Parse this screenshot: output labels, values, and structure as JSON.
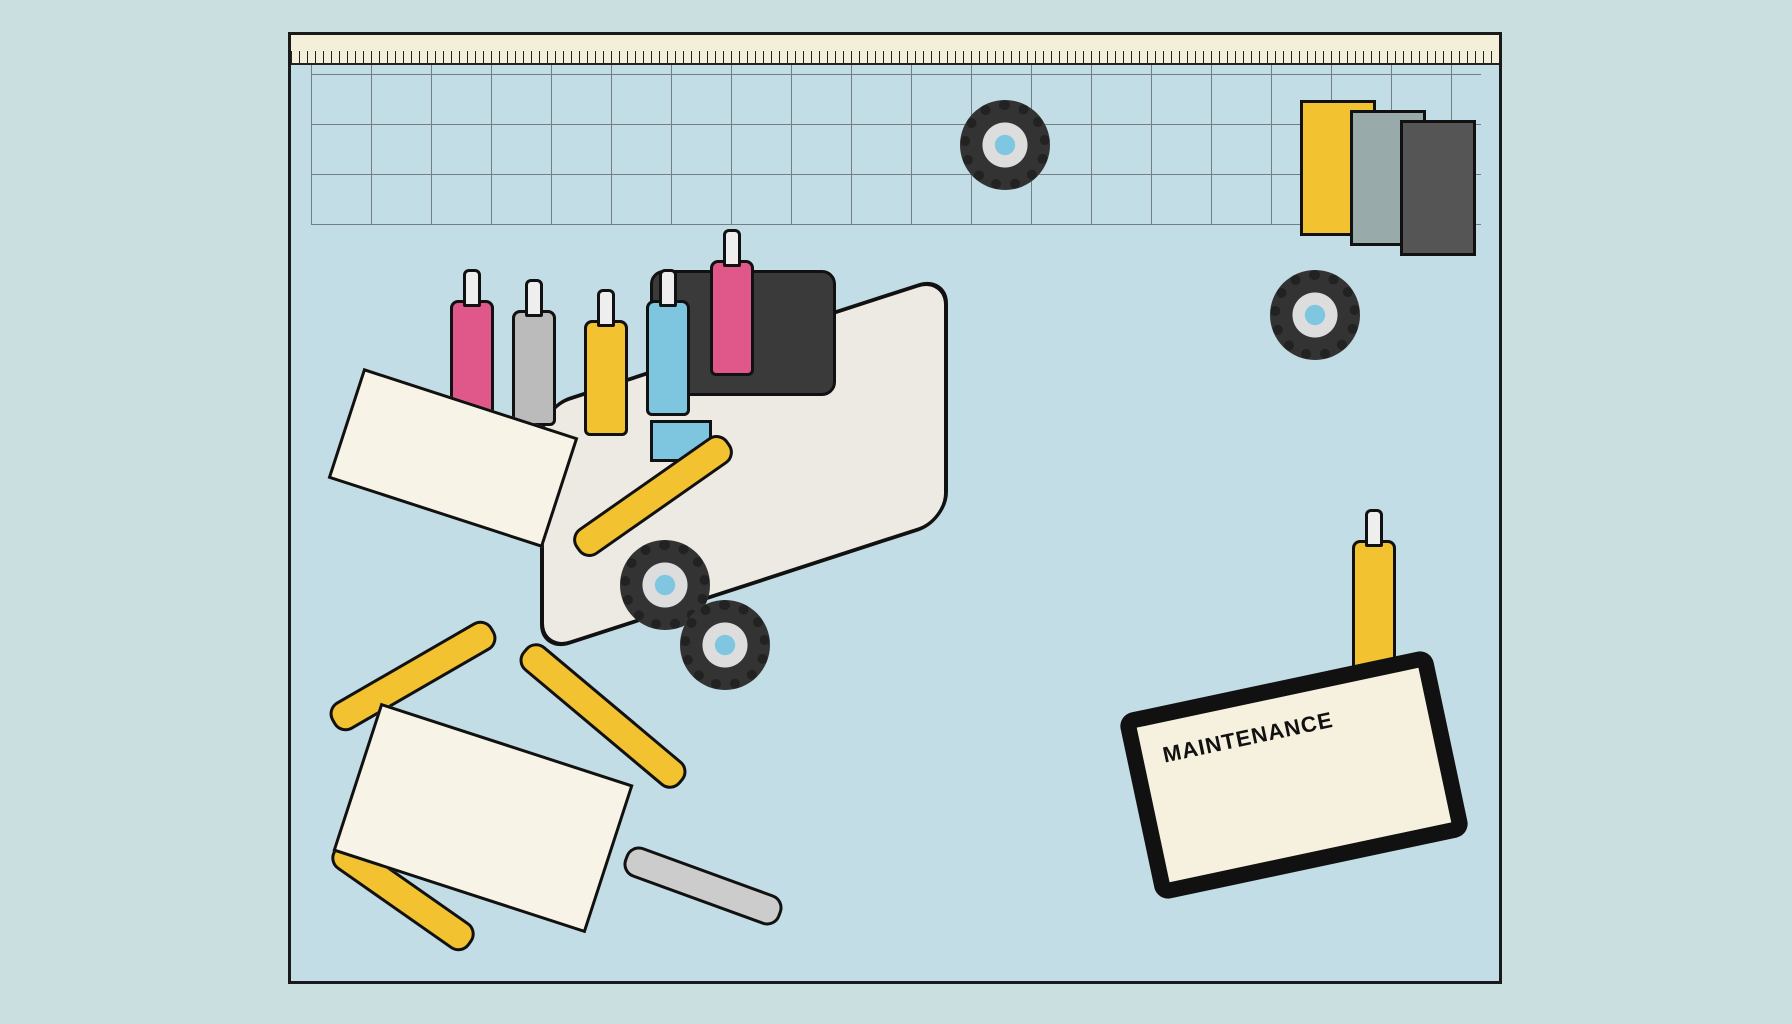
{
  "scene": {
    "description": "Isometric comic-style illustration of an inkjet printer with open lid surrounded by maintenance tools, ink bottles, gears, cartridges, and manuals on a blueprint background",
    "background_color": "#c9dfe0",
    "blueprint_color": "#c3dde6",
    "accent_colors": {
      "yellow": "#f2c230",
      "magenta": "#e0588a",
      "cyan": "#7ec6e0",
      "black": "#111111"
    }
  },
  "tablet": {
    "title": "MAINTENANCE"
  },
  "items": [
    "printer",
    "ink-bottles",
    "screwdrivers",
    "gears",
    "ink-cartridges",
    "manual-documents",
    "tablet",
    "wrench",
    "syringe"
  ]
}
